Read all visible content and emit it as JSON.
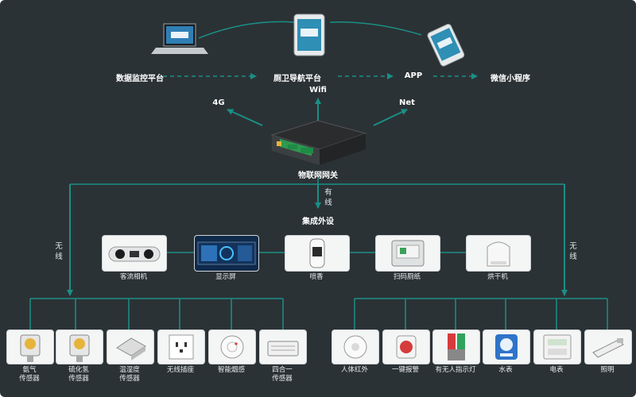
{
  "platforms": {
    "monitor": "数据监控平台",
    "guide": "厕卫导航平台",
    "app": "APP",
    "mini": "微信小程序"
  },
  "links": {
    "g4": "4G",
    "wifi": "Wifi",
    "net": "Net"
  },
  "gateway": "物联网网关",
  "wired": "有线",
  "integrated_title": "集成外设",
  "wireless_left": "无线",
  "wireless_right": "无线",
  "peripherals": [
    "客流相机",
    "显示屏",
    "喷香",
    "扫码厕纸",
    "烘干机"
  ],
  "left_sensors": [
    "氨气\n传感器",
    "硫化氢\n传感器",
    "温湿度\n传感器",
    "无线插座",
    "智能烟感",
    "四合一\n传感器"
  ],
  "right_sensors": [
    "人体红外",
    "一键报警",
    "有无人指示灯",
    "水表",
    "电表",
    "照明"
  ],
  "colors": {
    "background": "#2b3235",
    "teal_line": "#1a8f87",
    "card": "#f4f5f5"
  }
}
